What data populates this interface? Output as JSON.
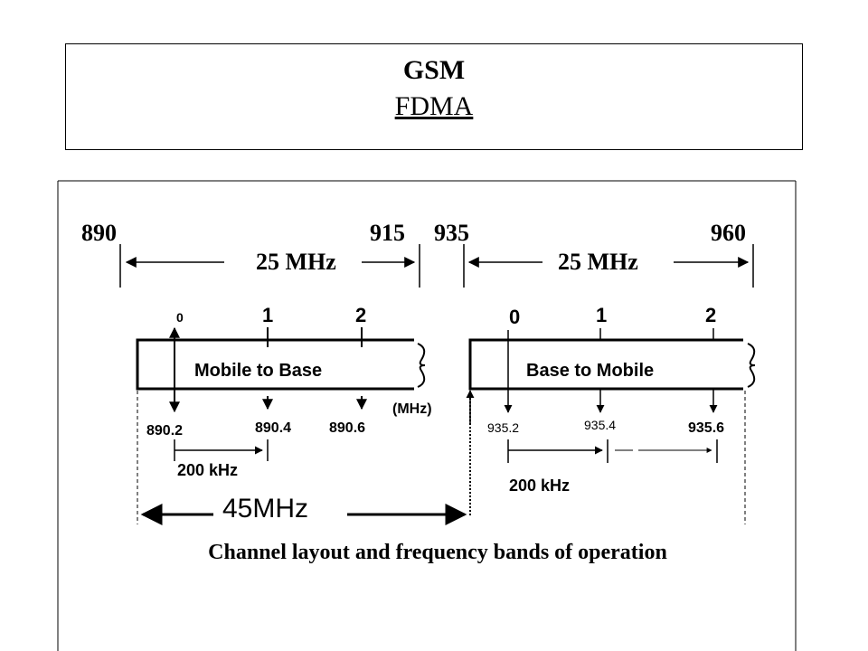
{
  "title": {
    "main": "GSM",
    "sub": "FDMA"
  },
  "bands": {
    "uplink": {
      "start": "890",
      "end": "915",
      "width_label": "25 MHz",
      "box_label": "Mobile to Base",
      "channels": [
        "0",
        "1",
        "2"
      ],
      "frequencies": [
        "890.2",
        "890.4",
        "890.6"
      ],
      "spacing_label": "200 kHz"
    },
    "downlink": {
      "start": "935",
      "end": "960",
      "width_label": "25 MHz",
      "box_label": "Base to Mobile",
      "channels": [
        "0",
        "1",
        "2"
      ],
      "frequencies": [
        "935.2",
        "935.4",
        "935.6"
      ],
      "spacing_label": "200 kHz"
    }
  },
  "unit_label": "(MHz)",
  "duplex_label": "45MHz",
  "caption": "Channel layout and frequency bands of operation",
  "colors": {
    "ink": "#000000",
    "background": "#ffffff"
  }
}
